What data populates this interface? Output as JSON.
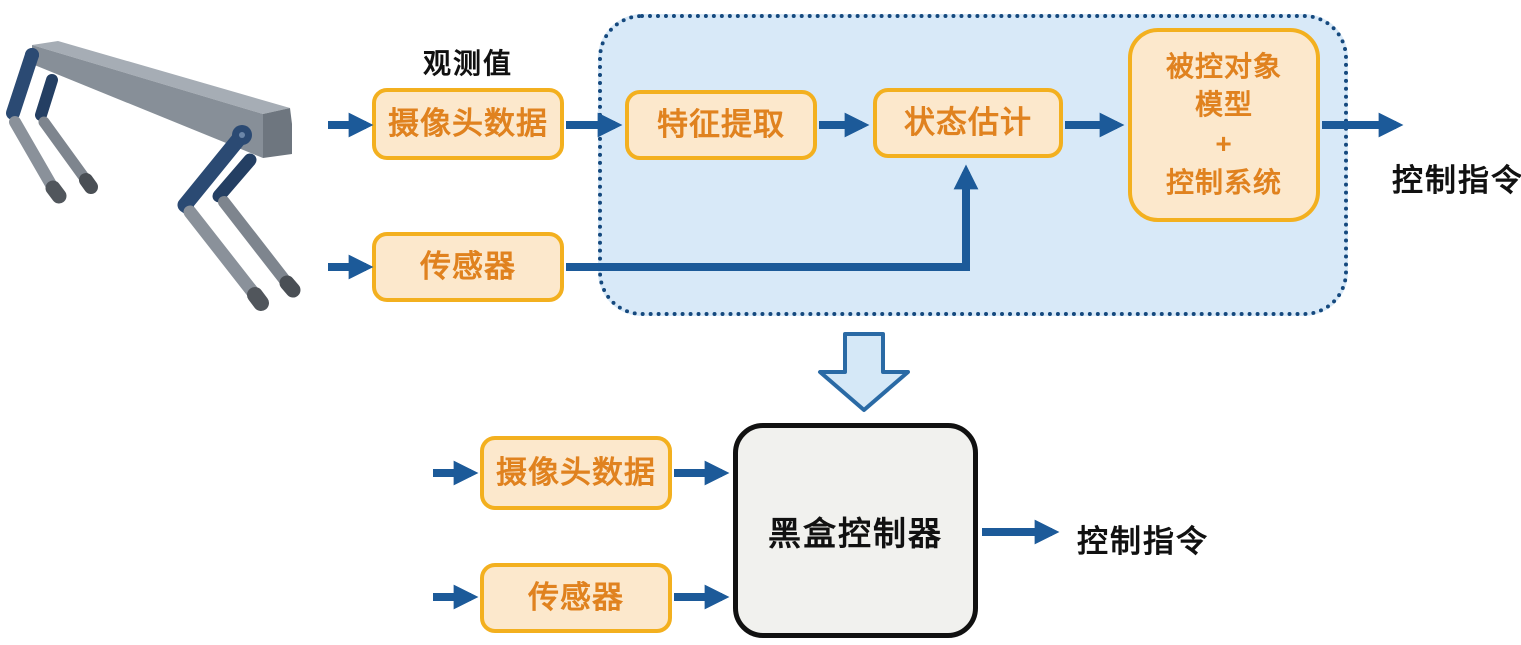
{
  "colors": {
    "background": "#ffffff",
    "arrow_blue": "#1c5a99",
    "panel_fill": "#d8e9f8",
    "panel_border": "#15497e",
    "box_fill": "#fce8cc",
    "box_border": "#f3b01f",
    "box_text": "#e0821f",
    "label_text": "#111111",
    "controller_fill": "#f1f1ee",
    "controller_border": "#111111",
    "big_arrow_fill": "#d5e8f7",
    "big_arrow_border": "#2a6aa5"
  },
  "top_flow": {
    "observation_label": "观测值",
    "camera_box_label": "摄像头数据",
    "sensor_box_label": "传感器",
    "feature_box_label": "特征提取",
    "state_box_label": "状态估计",
    "plant_box_lines": [
      "被控对象",
      "模型",
      "+",
      "控制系统"
    ],
    "output_label": "控制指令"
  },
  "bottom_flow": {
    "camera_box_label": "摄像头数据",
    "sensor_box_label": "传感器",
    "controller_box_label": "黑盒控制器",
    "output_label": "控制指令"
  },
  "robot_illustration_name": "quadruped-robot-3d-render"
}
